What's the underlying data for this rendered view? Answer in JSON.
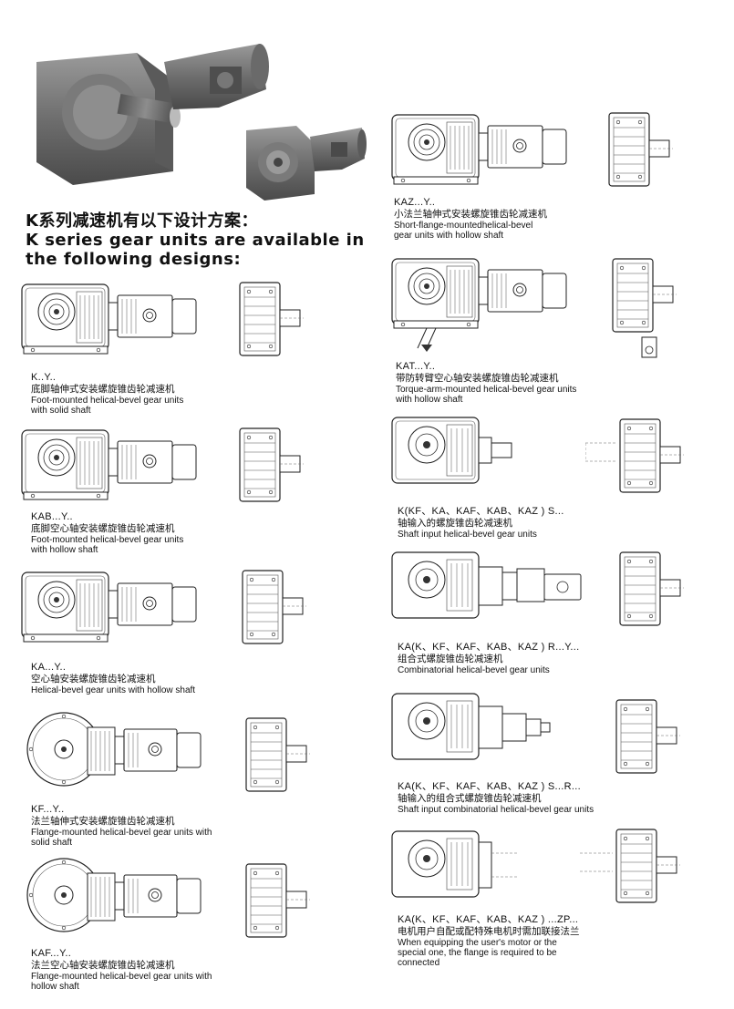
{
  "heading": {
    "line1": "K系列减速机有以下设计方案：",
    "line2": "K series gear units are available in",
    "line3": "the following designs:"
  },
  "units": [
    {
      "id": "k-y",
      "code": "K..Y..",
      "cn": "底脚轴伸式安装螺旋锥齿轮减速机",
      "en1": "Foot-mounted helical-bevel gear units",
      "en2": "with solid shaft"
    },
    {
      "id": "kab-y",
      "code": "KAB...Y..",
      "cn": "底脚空心轴安装螺旋锥齿轮减速机",
      "en1": "Foot-mounted helical-bevel gear units",
      "en2": "with hollow shaft"
    },
    {
      "id": "ka-y",
      "code": "KA...Y..",
      "cn": "空心轴安装螺旋锥齿轮减速机",
      "en1": "Helical-bevel gear units with hollow shaft",
      "en2": ""
    },
    {
      "id": "kf-y",
      "code": "KF...Y..",
      "cn": "法兰轴伸式安装螺旋锥齿轮减速机",
      "en1": "Flange-mounted helical-bevel gear units with",
      "en2": "solid shaft"
    },
    {
      "id": "kaf-y",
      "code": "KAF...Y..",
      "cn": "法兰空心轴安装螺旋锥齿轮减速机",
      "en1": "Flange-mounted helical-bevel gear units with",
      "en2": "hollow shaft"
    },
    {
      "id": "kaz-y",
      "code": "KAZ...Y..",
      "cn": "小法兰轴伸式安装螺旋锥齿轮减速机",
      "en1": "Short-flange-mountedhelical-bevel",
      "en2": "gear units with hollow shaft"
    },
    {
      "id": "kat-y",
      "code": "KAT...Y..",
      "cn": "带防转臂空心轴安装螺旋锥齿轮减速机",
      "en1": "Torque-arm-mounted helical-bevel gear units",
      "en2": "with hollow shaft"
    },
    {
      "id": "k-s",
      "code": "K(KF、KA、KAF、KAB、KAZ ) S...",
      "cn": "轴输入的螺旋锥齿轮减速机",
      "en1": "Shaft input helical-bevel gear units",
      "en2": ""
    },
    {
      "id": "ka-r-y",
      "code": "KA(K、KF、KAF、KAB、KAZ ) R...Y...",
      "cn": "组合式螺旋锥齿轮减速机",
      "en1": "Combinatorial helical-bevel gear units",
      "en2": ""
    },
    {
      "id": "ka-s-r",
      "code": "KA(K、KF、KAF、KAB、KAZ ) S...R...",
      "cn": "轴输入的组合式螺旋锥齿轮减速机",
      "en1": "Shaft input combinatorial helical-bevel gear units",
      "en2": ""
    },
    {
      "id": "ka-zp",
      "code": "KA(K、KF、KAF、KAB、KAZ ) ...ZP...",
      "cn": "电机用户自配或配特殊电机时需加联接法兰",
      "en1": "When equipping the user's motor or the",
      "en2": "special one, the flange is required to be",
      "en3": "connected"
    }
  ],
  "icons": {
    "photo": "gear-unit-photo-icon",
    "drawing": "gear-unit-drawing-icon",
    "side": "gear-unit-side-view-icon"
  }
}
